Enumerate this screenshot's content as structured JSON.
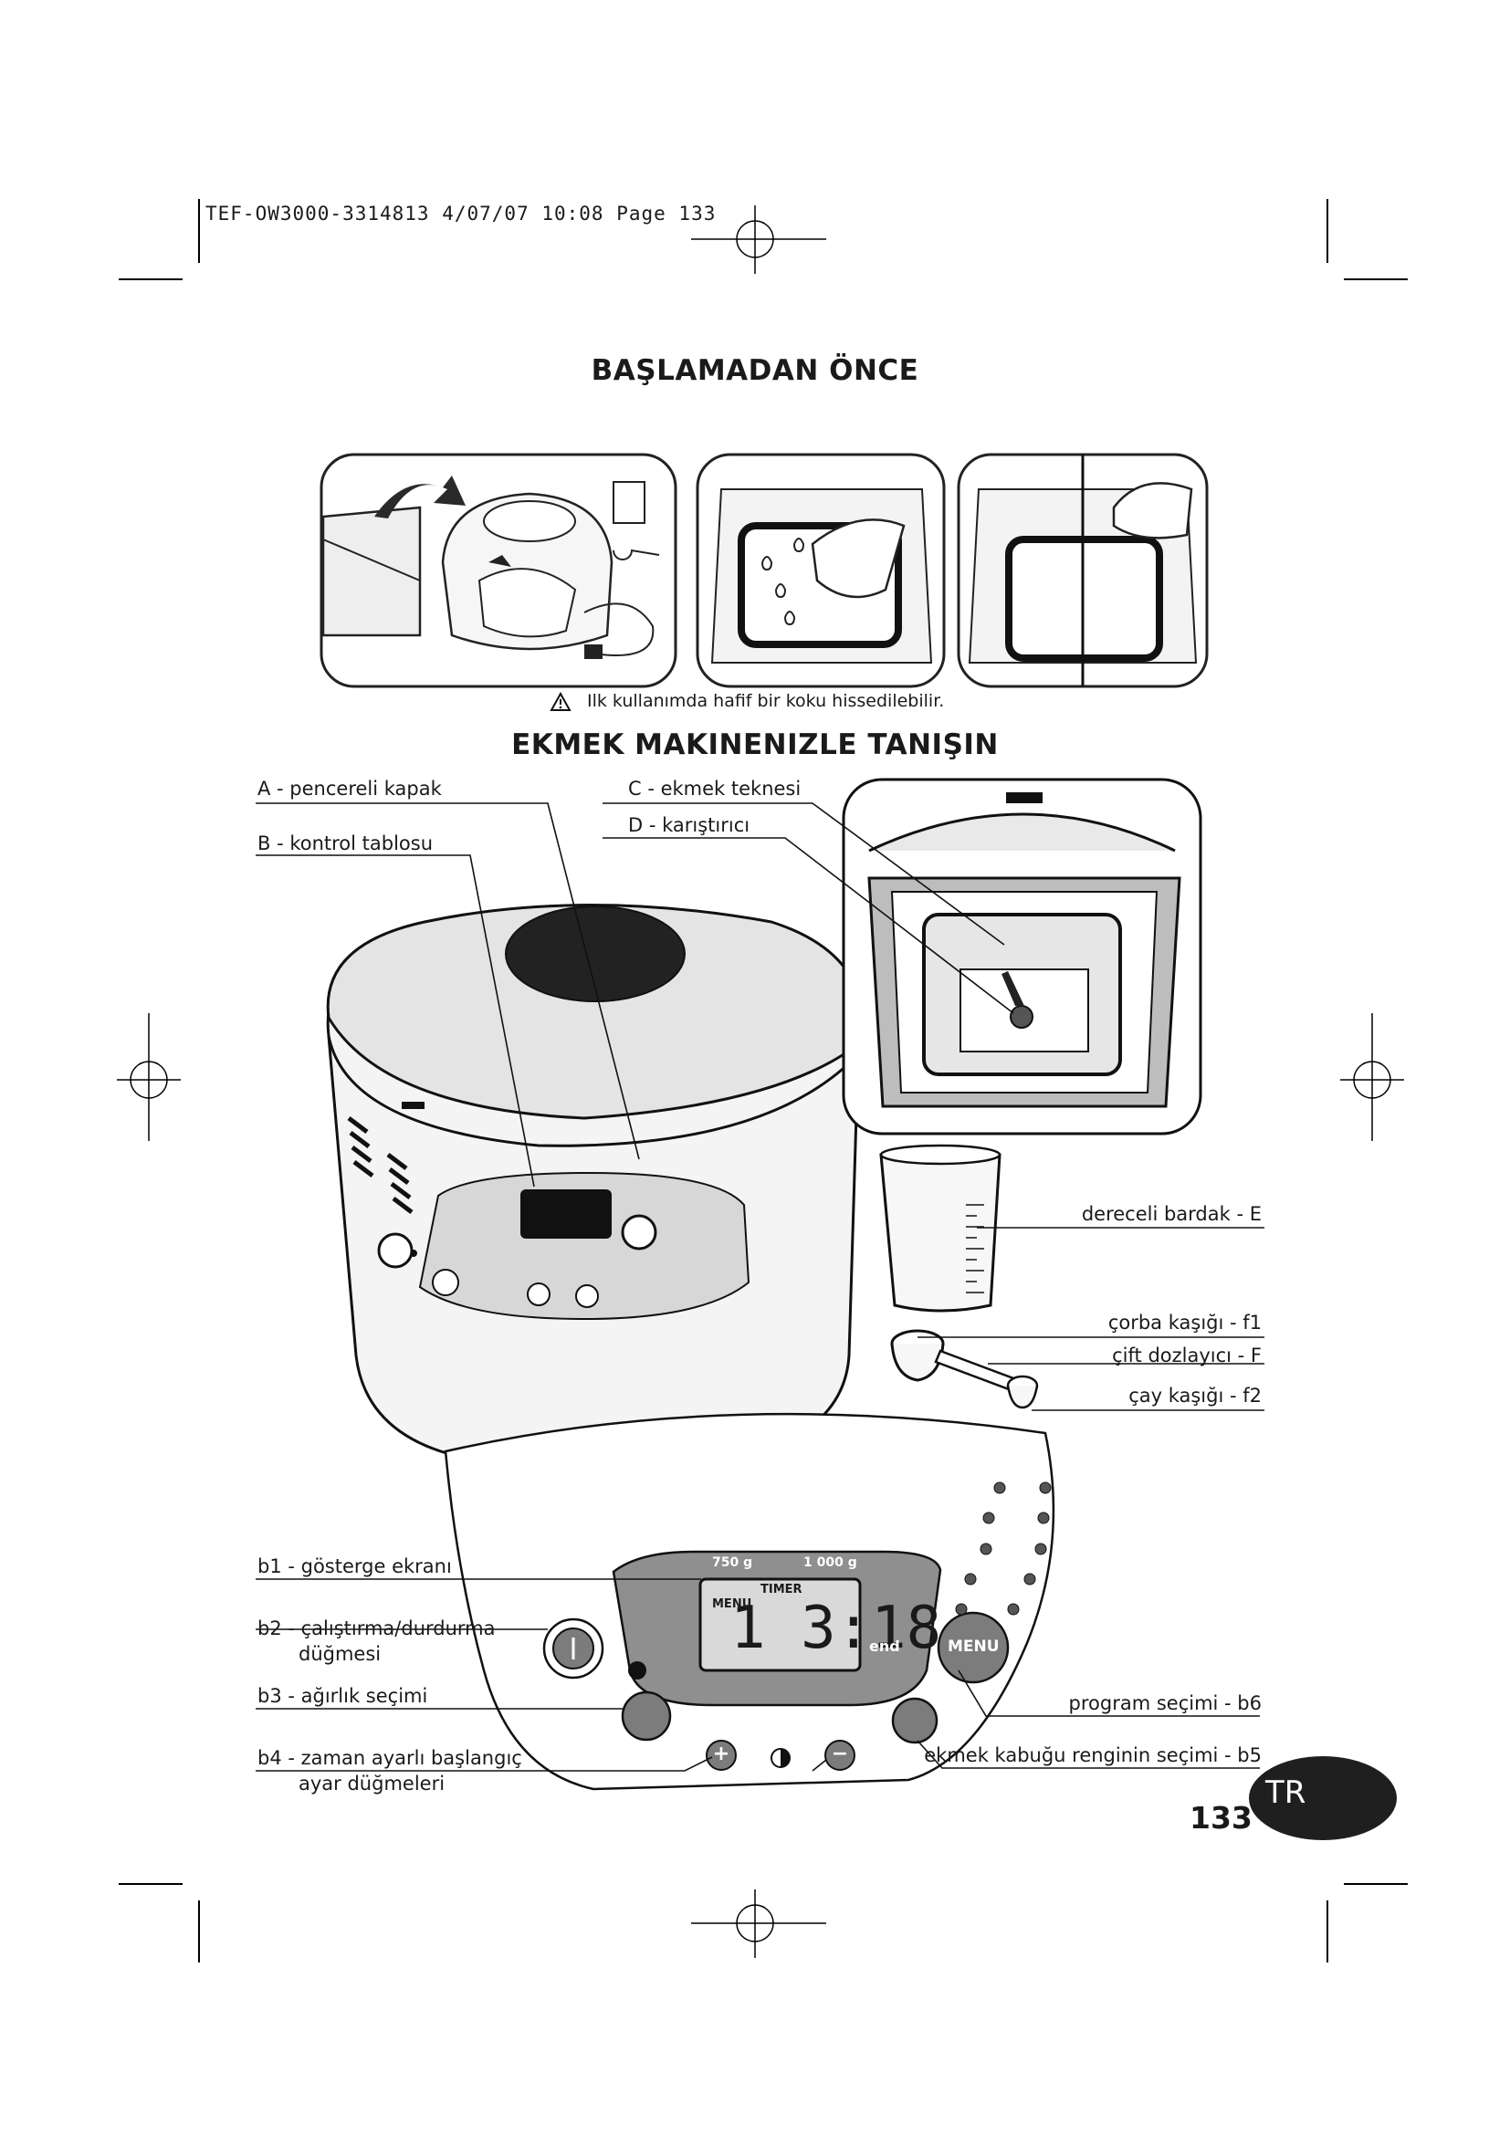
{
  "print_slug": "TEF-OW3000-3314813  4/07/07  10:08  Page 133",
  "section1_title": "BAŞLAMADAN ÖNCE",
  "warning_text": "Ilk kullanımda hafif bir koku hissedilebilir.",
  "section2_title": "EKMEK MAKINENIZLE TANIŞIN",
  "labels": {
    "a": "A - pencereli kapak",
    "b": "B - kontrol tablosu",
    "c": "C - ekmek teknesi",
    "d": "D - karıştırıcı",
    "e": "dereceli bardak - E",
    "f1": "çorba kaşığı - f1",
    "f": "çift dozlayıcı  - F",
    "f2": "çay kaşığı - f2",
    "b1": "b1 - gösterge ekranı",
    "b2_line1": "b2 - çalıştırma/durdurma",
    "b2_line2": "düğmesi",
    "b3": "b3 - ağırlık seçimi",
    "b4_line1": "b4 - zaman ayarlı başlangıç",
    "b4_line2": "ayar düğmeleri",
    "b6": "program seçimi - b6",
    "b5": "ekmek kabuğu renginin seçimi - b5"
  },
  "panel": {
    "weight_750": "750 g",
    "weight_1000": "1 000 g",
    "timer": "TIMER",
    "menu_small": "MENU",
    "display_time": "1 3:18",
    "end": "end",
    "menu_button": "MENU",
    "plus": "+",
    "minus": "−"
  },
  "page_number": "133",
  "language_badge": "TR"
}
